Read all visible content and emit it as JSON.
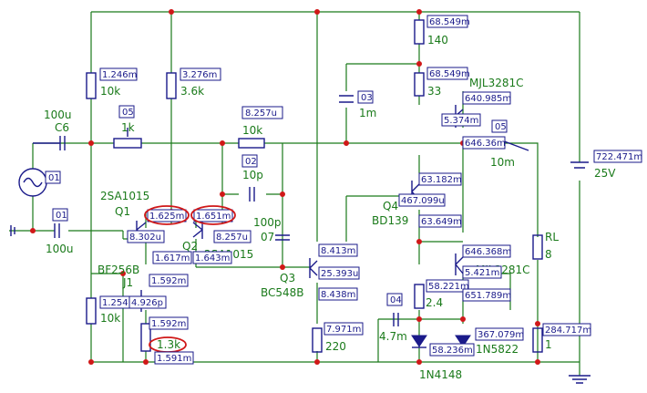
{
  "components": {
    "c6": {
      "name": "C6",
      "value": "100u"
    },
    "p1k": {
      "value": "1k",
      "probe": "05"
    },
    "r10k_fb": {
      "value": "10k",
      "probe": "8.257u"
    },
    "gen": {
      "probe": "01"
    },
    "cin": {
      "probe": "01",
      "value": "100u"
    },
    "r_left_top": {
      "value": "10k",
      "probe": "1.246m"
    },
    "r_36k": {
      "value": "3.6k",
      "probe": "3.276m"
    },
    "q1": {
      "name": "Q1",
      "type": "2SA1015"
    },
    "q2": {
      "name": "Q2",
      "type": "2SA1015"
    },
    "c10p": {
      "value": "10p",
      "probe": "02"
    },
    "c100p": {
      "value": "100p",
      "probe": "07"
    },
    "q3": {
      "name": "Q3",
      "type": "BC548B"
    },
    "j1": {
      "name": "J1",
      "type": "BF256B"
    },
    "r_left_bot": {
      "value": "10k",
      "probe": "1.254"
    },
    "r13k": {
      "value": "1.3k"
    },
    "r220": {
      "value": "220",
      "probe": "7.971m"
    },
    "r140": {
      "value": "140",
      "probe": "68.549m"
    },
    "r33": {
      "value": "33",
      "probe": "68.549m"
    },
    "c1m": {
      "value": "1m",
      "probe": "03"
    },
    "qtop": {
      "type": "MJL3281C"
    },
    "rout10m": {
      "value": "10m",
      "probe": "05"
    },
    "q4": {
      "name": "Q4",
      "type": "BD139"
    },
    "qbot": {
      "type": "MJL3281C"
    },
    "r24": {
      "value": "2.4"
    },
    "c47m": {
      "value": "4.7m",
      "probe": "04"
    },
    "d1n4148": {
      "type": "1N4148"
    },
    "d1n5822": {
      "type": "1N5822"
    },
    "rl": {
      "name": "RL",
      "value": "8"
    },
    "r1": {
      "value": "1",
      "probe": "284.717m"
    },
    "vsrc": {
      "value": "25V",
      "probe": "722.471m"
    }
  },
  "readouts": {
    "q1_e": "1.625m",
    "q2_e": "1.651m",
    "q1_c": "8.302u",
    "q1_b": "1.617m",
    "q2_c": "8.257u",
    "q2_b": "1.643m",
    "j1_d": "1.592m",
    "j1_g": "4.926p",
    "j1_s": "1.592m",
    "r13k_b": "1.591m",
    "q3_c": "8.413m",
    "q3_b": "25.393u",
    "q3_e": "8.438m",
    "qtop_b": "640.985m",
    "qtop_c": "5.374m",
    "qtop_e": "646.36m",
    "q4_c": "63.182m",
    "q4_b": "467.099u",
    "q4_e": "63.649m",
    "qbot_c": "646.368m",
    "qbot_b": "5.421m",
    "qbot_e1": "58.221m",
    "qbot_e2": "651.789m",
    "d5822": "367.079m",
    "d4148": "58.236m"
  },
  "colors": {
    "wire": "#1a7a1a",
    "component": "#1a1a8a",
    "node": "#d01818",
    "highlight": "#d01818"
  }
}
